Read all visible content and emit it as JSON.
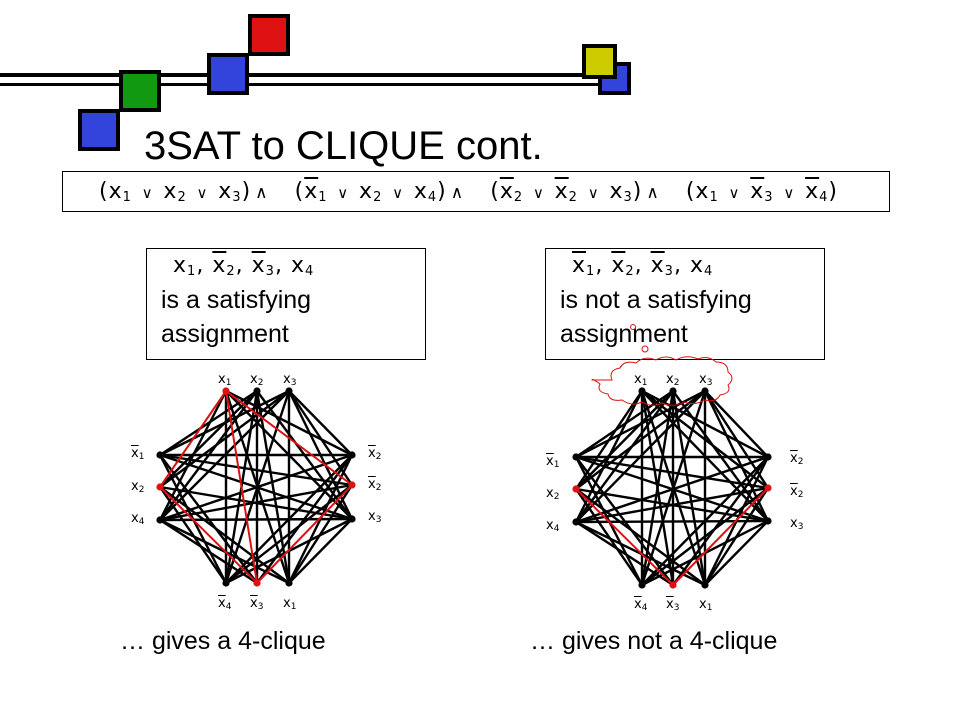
{
  "slide": {
    "title": "3SAT to CLIQUE cont.",
    "colors": {
      "red": "#dd1111",
      "green": "#119911",
      "blue": "#3344dd",
      "yellow": "#cccc00",
      "edge": "#000000",
      "highlight": "#dd1111"
    }
  },
  "formula": {
    "clauses": [
      [
        {
          "v": "x",
          "i": "1",
          "neg": false
        },
        {
          "v": "x",
          "i": "2",
          "neg": false
        },
        {
          "v": "x",
          "i": "3",
          "neg": false
        }
      ],
      [
        {
          "v": "x",
          "i": "1",
          "neg": true
        },
        {
          "v": "x",
          "i": "2",
          "neg": false
        },
        {
          "v": "x",
          "i": "4",
          "neg": false
        }
      ],
      [
        {
          "v": "x",
          "i": "2",
          "neg": true
        },
        {
          "v": "x",
          "i": "2",
          "neg": true
        },
        {
          "v": "x",
          "i": "3",
          "neg": false
        }
      ],
      [
        {
          "v": "x",
          "i": "1",
          "neg": false
        },
        {
          "v": "x",
          "i": "3",
          "neg": true
        },
        {
          "v": "x",
          "i": "4",
          "neg": true
        }
      ]
    ],
    "or_symbol": "∨",
    "and_symbol": "∧"
  },
  "panels": [
    {
      "assignment": [
        {
          "v": "x",
          "i": "1",
          "neg": false
        },
        {
          "v": "x",
          "i": "2",
          "neg": true
        },
        {
          "v": "x",
          "i": "3",
          "neg": true
        },
        {
          "v": "x",
          "i": "4",
          "neg": false
        }
      ],
      "assignment_text": "is a satisfying assignment",
      "caption": "… gives a 4-clique",
      "clique_nodes": [
        0,
        7,
        4,
        10
      ]
    },
    {
      "assignment": [
        {
          "v": "x",
          "i": "1",
          "neg": true
        },
        {
          "v": "x",
          "i": "2",
          "neg": true
        },
        {
          "v": "x",
          "i": "3",
          "neg": true
        },
        {
          "v": "x",
          "i": "4",
          "neg": false
        }
      ],
      "assignment_text": "is not a satisfying assignment",
      "caption": "… gives not a 4-clique",
      "clique_nodes": [
        7,
        4,
        10
      ]
    }
  ],
  "graph_nodes": [
    {
      "v": "x",
      "i": "1",
      "neg": false
    },
    {
      "v": "x",
      "i": "2",
      "neg": false
    },
    {
      "v": "x",
      "i": "3",
      "neg": false
    },
    {
      "v": "x",
      "i": "2",
      "neg": true
    },
    {
      "v": "x",
      "i": "2",
      "neg": true
    },
    {
      "v": "x",
      "i": "3",
      "neg": false
    },
    {
      "v": "x",
      "i": "1",
      "neg": false
    },
    {
      "v": "x",
      "i": "3",
      "neg": true
    },
    {
      "v": "x",
      "i": "4",
      "neg": true
    },
    {
      "v": "x",
      "i": "1",
      "neg": true
    },
    {
      "v": "x",
      "i": "2",
      "neg": false
    },
    {
      "v": "x",
      "i": "4",
      "neg": false
    }
  ]
}
